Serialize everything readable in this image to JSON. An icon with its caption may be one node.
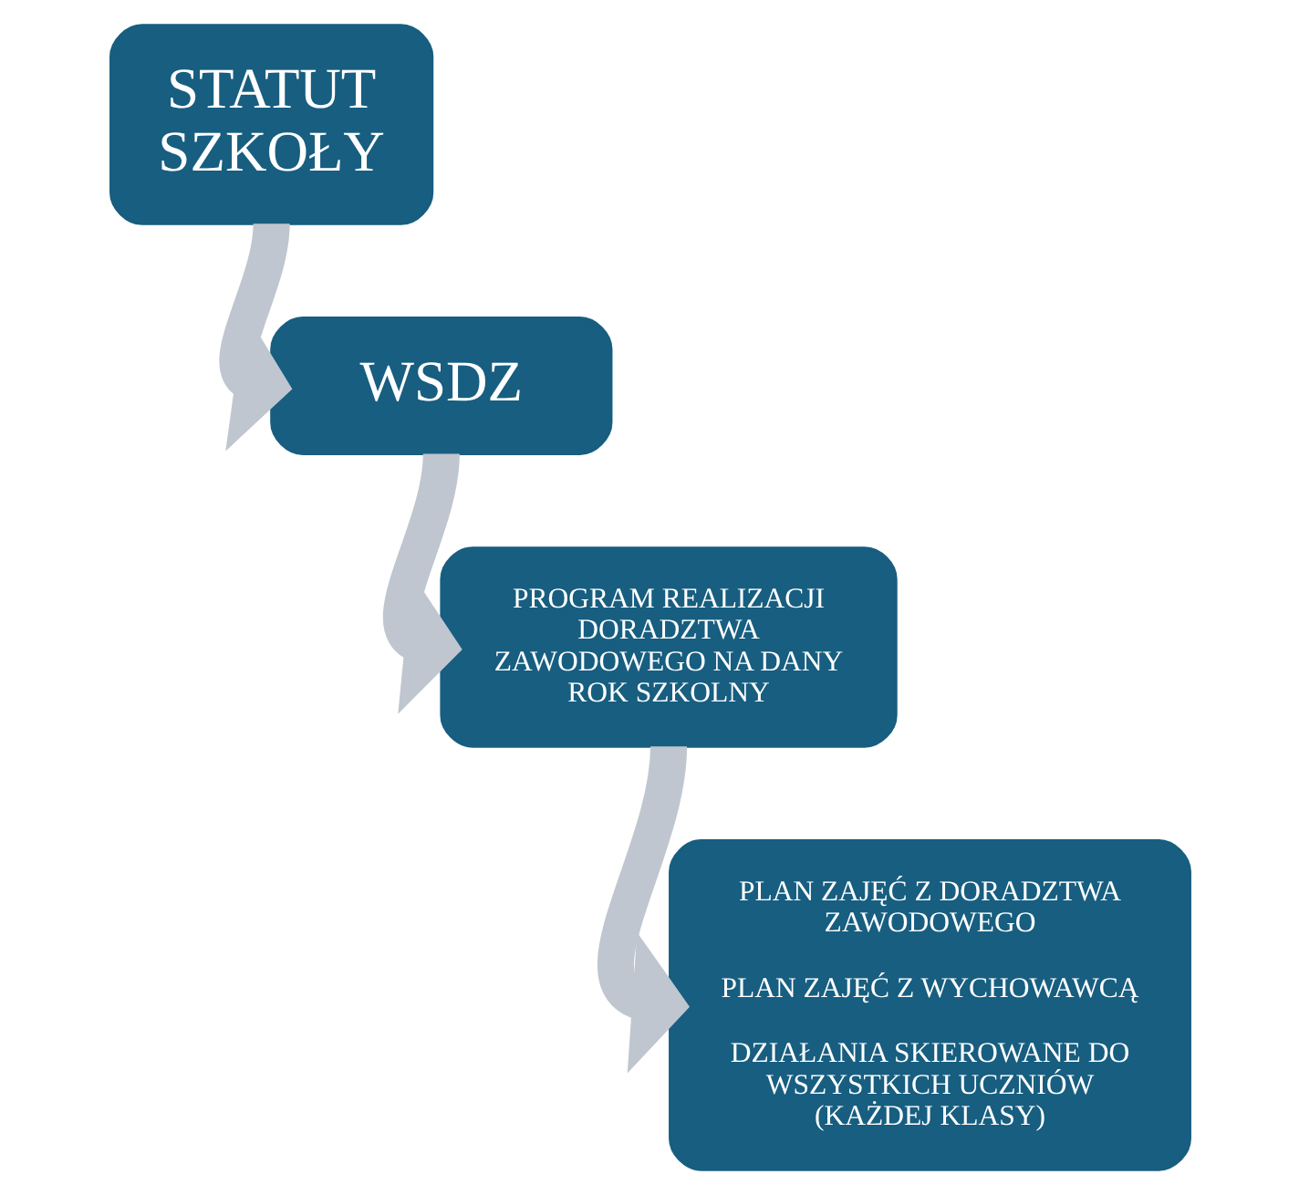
{
  "diagram": {
    "nodes": [
      {
        "text": [
          "STATUT SZKOŁY"
        ]
      },
      {
        "text": [
          "WSDZ"
        ]
      },
      {
        "text": [
          "PROGRAM REALIZACJI DORADZTWA ZAWODOWEGO NA DANY ROK SZKOLNY"
        ]
      },
      {
        "text": [
          "PLAN ZAJĘĆ Z DORADZTWA ZAWODOWEGO",
          "PLAN ZAJĘĆ Z WYCHOWAWCĄ",
          "DZIAŁANIA SKIEROWANE DO WSZYSTKICH UCZNIÓW (KAŻDEJ KLASY)"
        ]
      }
    ],
    "edges": [
      {
        "from": 0,
        "to": 1,
        "arrow": "to"
      },
      {
        "from": 1,
        "to": 2,
        "arrow": "to"
      },
      {
        "from": 2,
        "to": 3,
        "arrow": "to"
      }
    ]
  }
}
